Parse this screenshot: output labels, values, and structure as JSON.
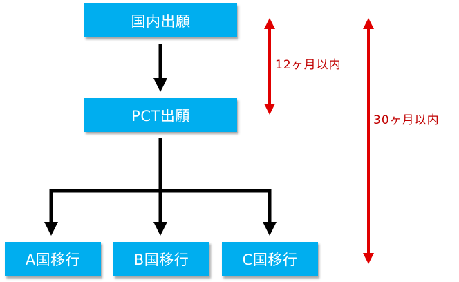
{
  "boxes": {
    "domestic_filing": "国内出願",
    "pct_filing": "PCT出願",
    "entry_a": "A国移行",
    "entry_b": "B国移行",
    "entry_c": "C国移行"
  },
  "periods": {
    "short": "12ヶ月以内",
    "long": "30ヶ月以内"
  },
  "colors": {
    "box_fill": "#00aeef",
    "box_text": "#ffffff",
    "flow_arrow": "#000000",
    "period_arrow": "#e00000",
    "period_text": "#c00000"
  }
}
